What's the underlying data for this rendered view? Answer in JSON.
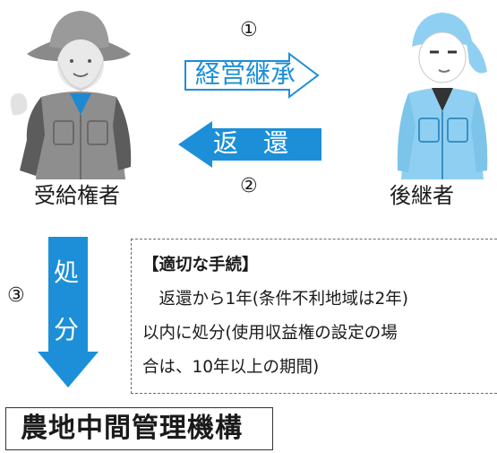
{
  "colors": {
    "accent_blue": "#1c8fd8",
    "arrow_outline": "#1c8fd8",
    "elder_shirt": "#1e88d1",
    "youth_blue": "#8fd0f2",
    "gray_clothes": "#8e8e8e"
  },
  "icons": [
    "elderly-farmer-illustration",
    "young-farmer-illustration"
  ],
  "step1": {
    "number": "①",
    "label": "経営継承"
  },
  "step2": {
    "number": "②",
    "label": "返　還"
  },
  "step3": {
    "number": "③",
    "label_top": "処",
    "label_bottom": "分"
  },
  "left_person": {
    "label": "受給権者"
  },
  "right_person": {
    "label": "後継者"
  },
  "note": {
    "title": "【適切な手続】",
    "lines": [
      "　返還から1年(条件不利地域は2年)",
      "以内に処分(使用収益権の設定の場",
      "合は、10年以上の期間)"
    ]
  },
  "organization": {
    "label": "農地中間管理機構"
  }
}
